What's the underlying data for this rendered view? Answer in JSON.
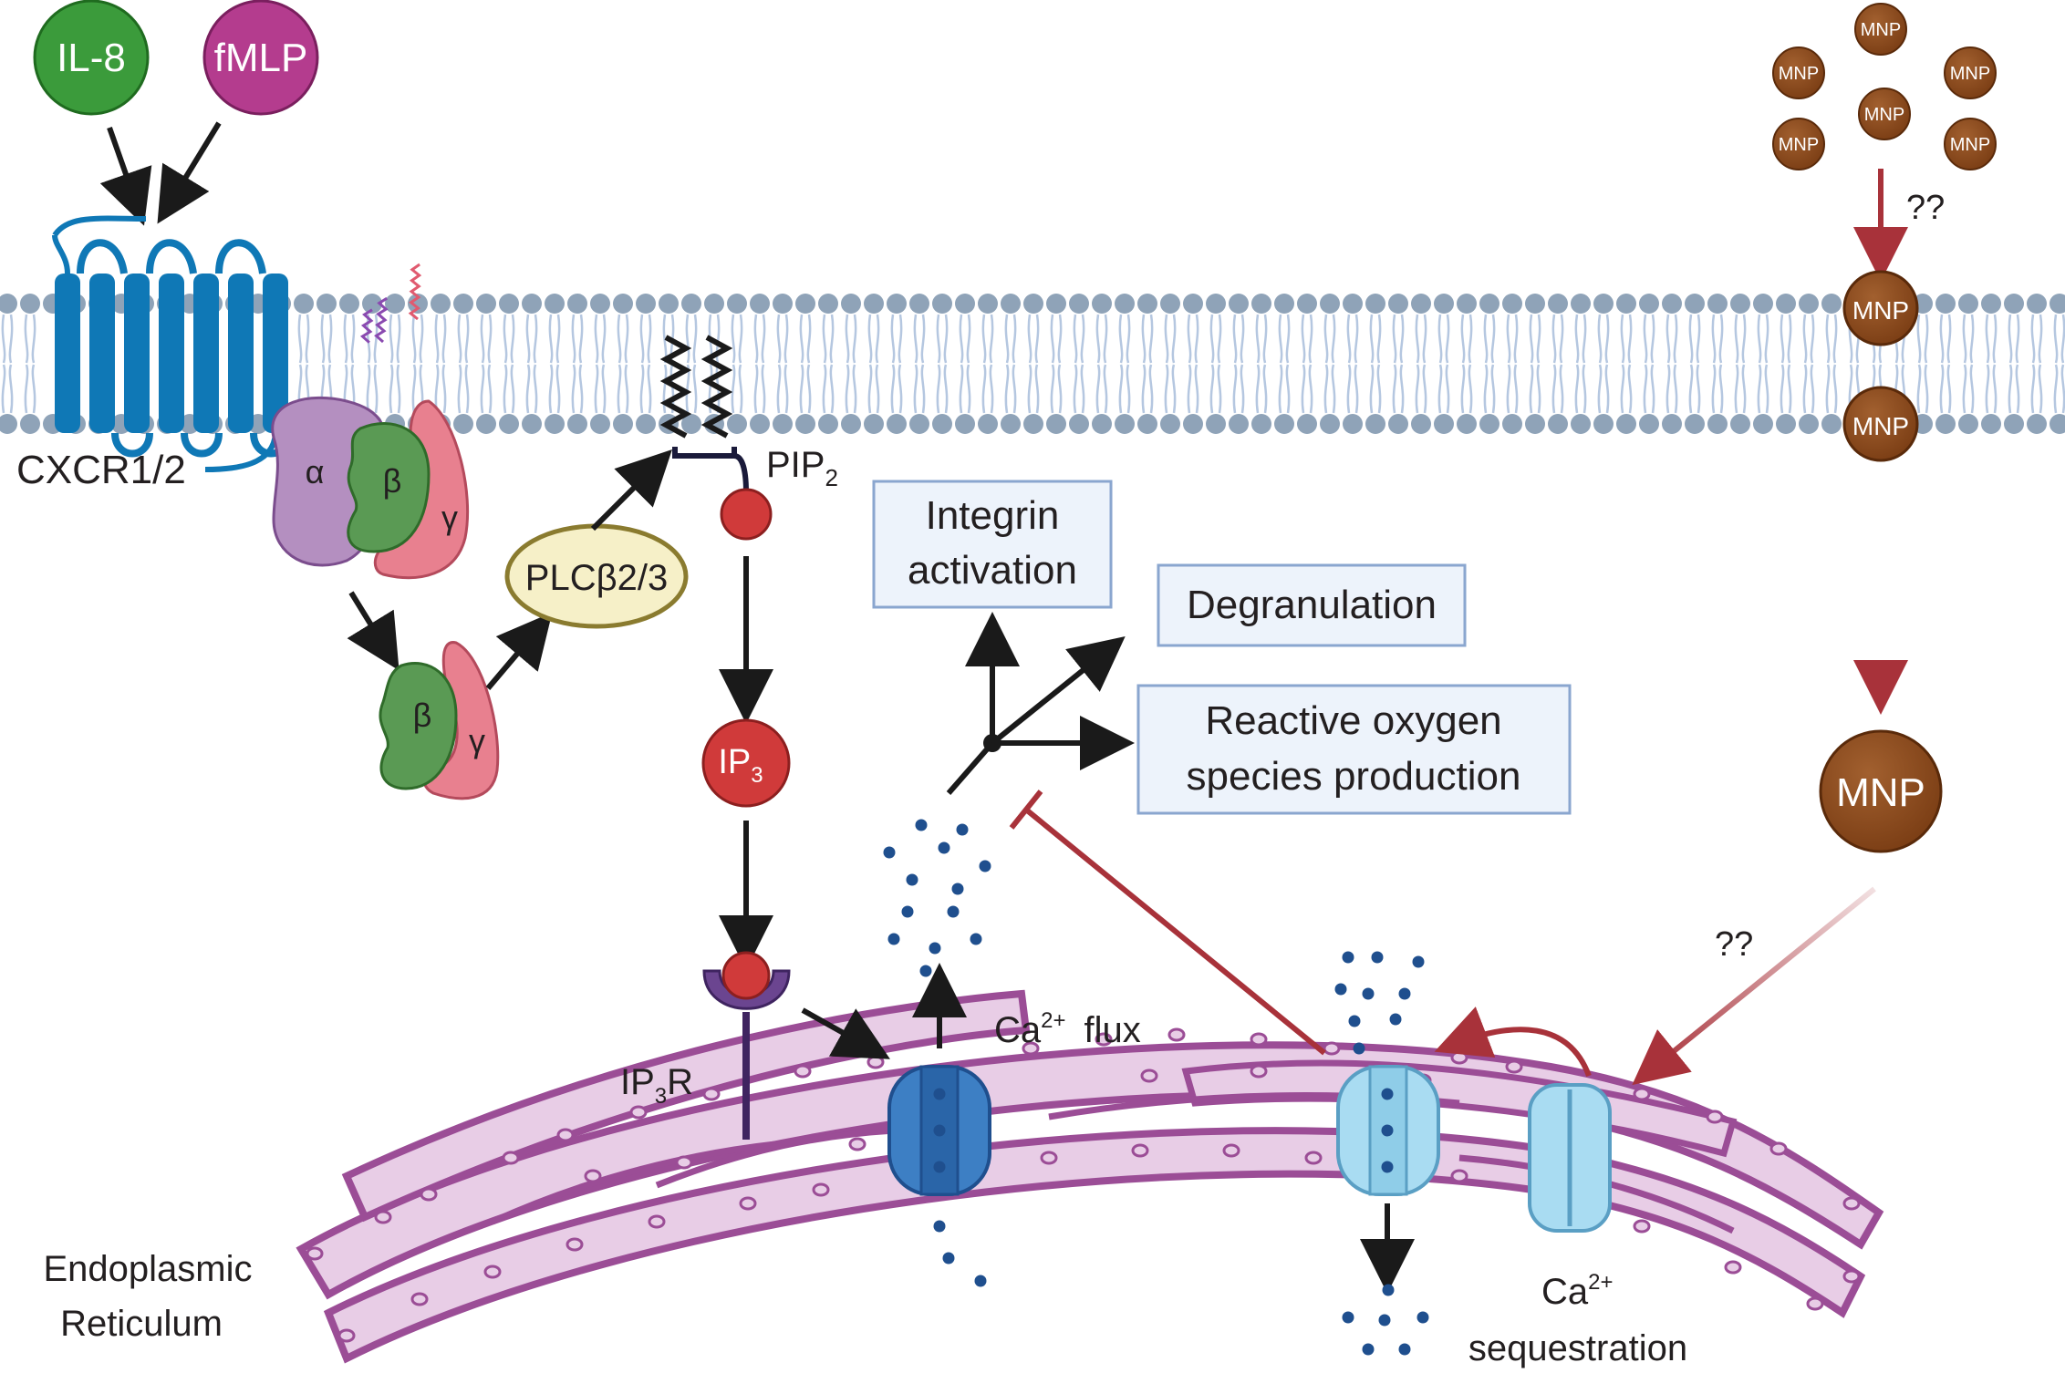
{
  "ligands": {
    "il8": "IL-8",
    "fmlp": "fMLP"
  },
  "receptor": {
    "label": "CXCR1/2"
  },
  "g_protein": {
    "alpha": "α",
    "beta": "β",
    "gamma": "γ"
  },
  "enzyme": {
    "label": "PLCβ2/3"
  },
  "lipid": {
    "label_main": "PIP",
    "label_sub": "2"
  },
  "messenger": {
    "label_main": "IP",
    "label_sub": "3"
  },
  "ip3r": {
    "main_a": "IP",
    "sub": "3",
    "main_b": "R"
  },
  "outcomes": {
    "integrin_line1": "Integrin",
    "integrin_line2": "activation",
    "degranulation": "Degranulation",
    "ros_line1": "Reactive oxygen",
    "ros_line2": "species production"
  },
  "calcium": {
    "flux_main": "Ca",
    "flux_sup": "2+",
    "flux_tail": "flux",
    "seq_main": "Ca",
    "seq_sup": "2+",
    "seq_tail": "sequestration"
  },
  "organelle": {
    "line1": "Endoplasmic",
    "line2": "Reticulum"
  },
  "mnp": {
    "label": "MNP",
    "unknown_top": "??",
    "unknown_bottom": "??"
  },
  "colors": {
    "il8": "#3b9b3b",
    "fmlp": "#b43c8e",
    "receptor": "#0f78b6",
    "membrane_head": "#8fa3b8",
    "membrane_tail": "#b5c7e0",
    "alpha": "#b48fc0",
    "beta": "#5a9a54",
    "gamma": "#e8808f",
    "plc_fill": "#f6f0c8",
    "plc_stroke": "#8a7b2f",
    "ip3": "#d03a3a",
    "mnp": "#8a4a1e",
    "inhibit": "#a8323a",
    "er_fill": "#e8cde6",
    "er_stroke": "#9b4d96",
    "channel_dark": "#3d7fc4",
    "channel_light": "#a9dcf2",
    "ca_dot": "#1f4f8e",
    "box_fill": "#edf3fb",
    "box_stroke": "#8aa6cf"
  }
}
